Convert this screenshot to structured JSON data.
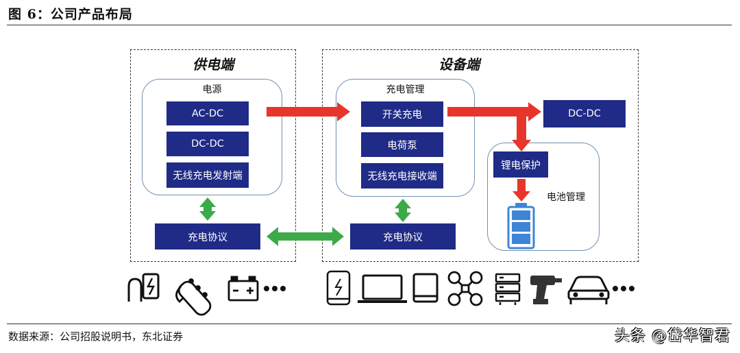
{
  "figure": {
    "title": "图 6：公司产品布局",
    "source": "数据来源：公司招股说明书，东北证券",
    "watermark": "头条 @岱华智君"
  },
  "supply_side": {
    "title": "供电端",
    "power_group": {
      "label": "电源",
      "items": [
        "AC-DC",
        "DC-DC",
        "无线充电发射端"
      ]
    },
    "protocol": "充电协议"
  },
  "device_side": {
    "title": "设备端",
    "charge_group": {
      "label": "充电管理",
      "items": [
        "开关充电",
        "电荷泵",
        "无线充电接收端"
      ]
    },
    "dcdc": "DC-DC",
    "battery_group": {
      "label": "电池管理",
      "protection": "锂电保护"
    },
    "protocol": "充电协议"
  },
  "colors": {
    "box_fill": "#1f2b86",
    "arrow_red": "#e8352b",
    "arrow_green": "#3daa4a",
    "battery_blue": "#3d86d6",
    "panel_border": "#6f8fb0"
  },
  "icons": {
    "supply": [
      "charging-plug-icon",
      "power-strip-icon",
      "car-battery-icon",
      "ellipsis-icon"
    ],
    "device": [
      "smartphone-icon",
      "laptop-icon",
      "tablet-icon",
      "drone-icon",
      "server-icon",
      "power-drill-icon",
      "car-icon",
      "ellipsis-icon"
    ]
  }
}
